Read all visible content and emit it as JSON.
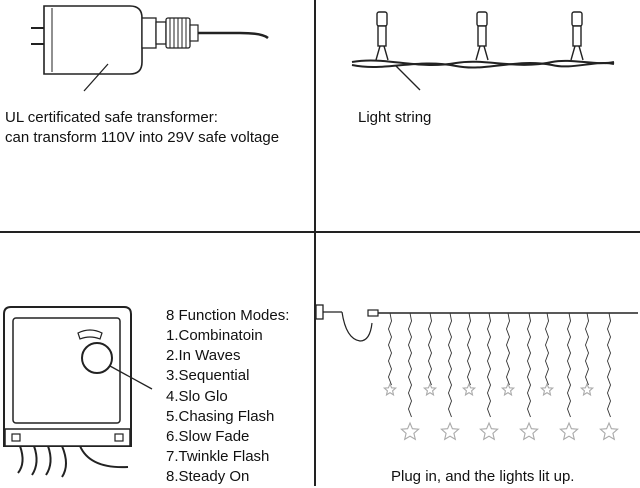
{
  "panels": {
    "transformer": {
      "line1": "UL certificated safe transformer:",
      "line2": "can transform 110V into 29V safe voltage"
    },
    "light_string": {
      "label": "Light string"
    },
    "controller": {
      "header": "8 Function Modes:",
      "modes": [
        "1.Combinatoin",
        "2.In Waves",
        "3.Sequential",
        "4.Slo Glo",
        "5.Chasing Flash",
        "6.Slow Fade",
        "7.Twinkle Flash",
        "8.Steady On"
      ]
    },
    "curtain": {
      "caption": "Plug in, and the lights lit up."
    }
  },
  "colors": {
    "line": "#222222",
    "star": "#aaaaaa",
    "background": "#ffffff"
  }
}
